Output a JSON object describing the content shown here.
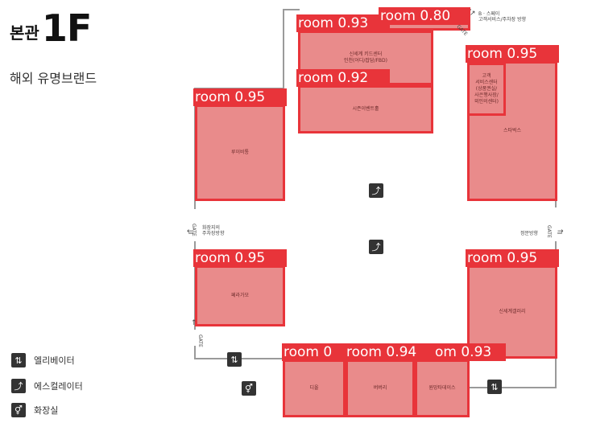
{
  "header": {
    "building": "본관",
    "floor": "1F",
    "subtitle": "해외 유명브랜드"
  },
  "rooms": [
    {
      "id": "r1",
      "name": "신세계 키드센터\n인천(어디/잡담/FBD)",
      "label": "room 0.93"
    },
    {
      "id": "r2",
      "name": "",
      "label": "room 0.80"
    },
    {
      "id": "r3",
      "name": "시즌이벤트홀",
      "label": "room 0.92"
    },
    {
      "id": "r4",
      "name": "스타벅스",
      "label": "room 0.95"
    },
    {
      "id": "r5",
      "name": "고객\n서비스센터\n(상품권실/\n사은행사장/\n외인의센터)",
      "label": ""
    },
    {
      "id": "r6",
      "name": "루이비통",
      "label": "room 0.95"
    },
    {
      "id": "r7",
      "name": "페라가모",
      "label": "room 0.95"
    },
    {
      "id": "r8",
      "name": "신세계갤러리",
      "label": "room 0.95"
    },
    {
      "id": "r9",
      "name": "디올",
      "label": "room 0"
    },
    {
      "id": "r10",
      "name": "버버리",
      "label": "room 0.94"
    },
    {
      "id": "r11",
      "name": "원망타데이스",
      "label": "om 0.93"
    }
  ],
  "map_text": {
    "top_right": "B · 스페이\n고객서비스/주차장 방향",
    "left_side": "화장지의\n주차장방향",
    "right_side": "정문방향",
    "gate": "GATE"
  },
  "legend": [
    {
      "icon": "elevator-icon",
      "label": "엘리베이터"
    },
    {
      "icon": "escalator-icon",
      "label": "에스컬레이터"
    },
    {
      "icon": "restroom-icon",
      "label": "화장실"
    }
  ],
  "colors": {
    "room_fill": "#e98b8b",
    "detection": "#e8343a",
    "wall": "#9a9a9a"
  }
}
